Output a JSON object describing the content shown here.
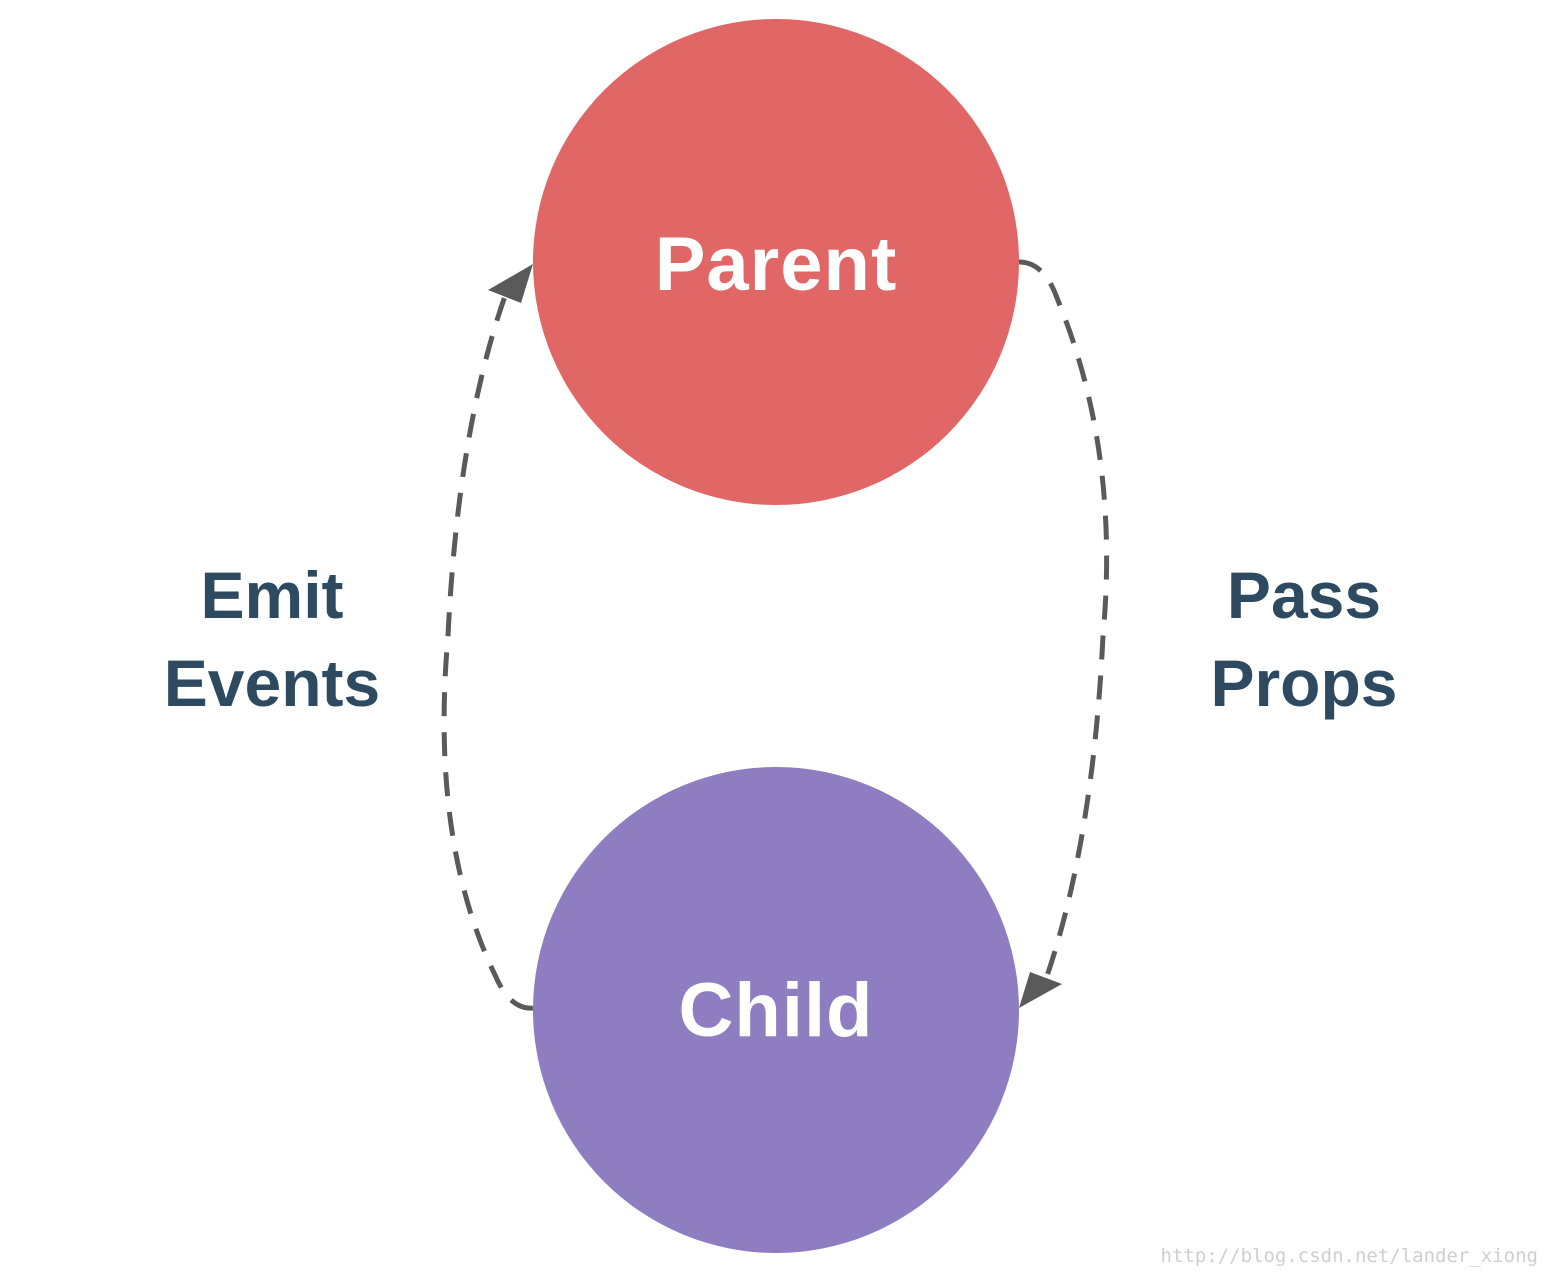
{
  "nodes": {
    "parent": {
      "label": "Parent",
      "color": "#e06766"
    },
    "child": {
      "label": "Child",
      "color": "#8e7ec1"
    }
  },
  "edges": {
    "emit": {
      "line1": "Emit",
      "line2": "Events"
    },
    "pass": {
      "line1": "Pass",
      "line2": "Props"
    }
  },
  "watermark": "http://blog.csdn.net/lander_xiong",
  "colors": {
    "label_text": "#2e4a60",
    "arrow": "#5a5a5a",
    "node_text": "#ffffff"
  }
}
